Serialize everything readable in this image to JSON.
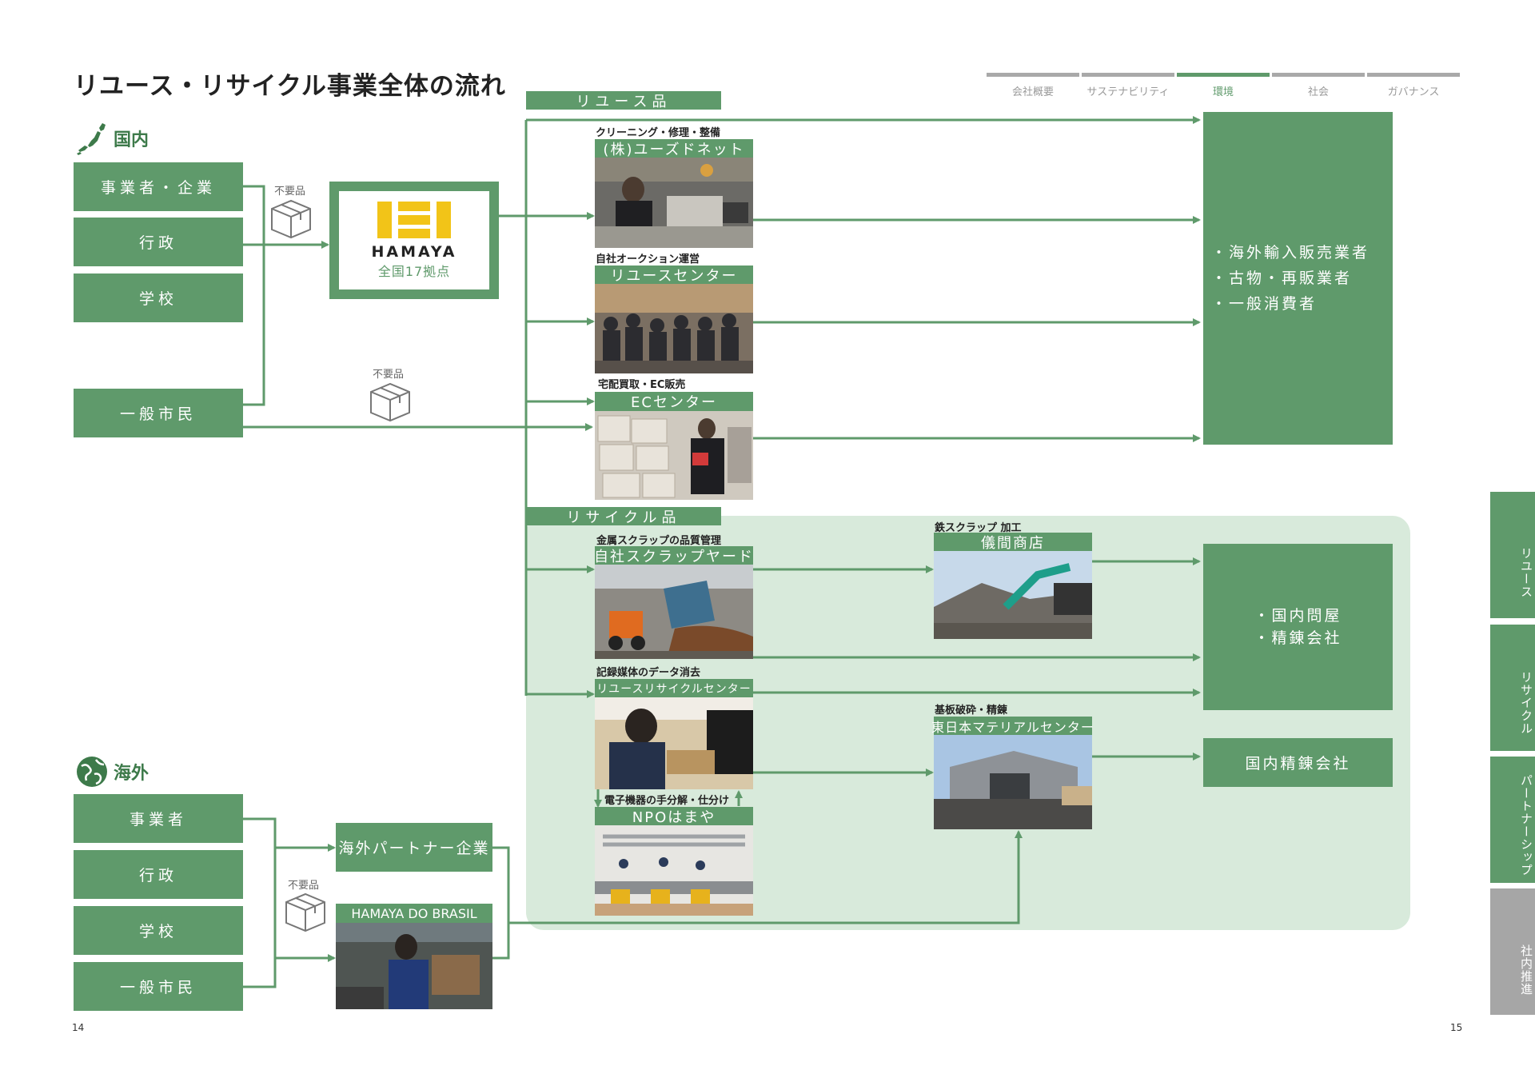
{
  "title": "リユース・リサイクル事業全体の流れ",
  "nav": [
    {
      "label": "会社概要",
      "active": false
    },
    {
      "label": "サステナビリティ",
      "active": false
    },
    {
      "label": "環境",
      "active": true
    },
    {
      "label": "社会",
      "active": false
    },
    {
      "label": "ガバナンス",
      "active": false
    }
  ],
  "domestic": {
    "label": "国内",
    "sources": [
      "事業者・企業",
      "行政",
      "学校",
      "一般市民"
    ],
    "unneeded_label_1": "不要品",
    "unneeded_label_2": "不要品",
    "hamaya_logo": "HAMAYA",
    "hamaya_sub": "全国17拠点"
  },
  "reuse": {
    "section_label": "リユース品",
    "facilities": [
      {
        "caption": "クリーニング・修理・整備",
        "name": "(株)ユーズドネット"
      },
      {
        "caption": "自社オークション運営",
        "name": "リユースセンター"
      },
      {
        "caption": "宅配買取・EC販売",
        "name": "ECセンター"
      }
    ],
    "destinations": [
      "海外輸入販売業者",
      "古物・再販業者",
      "一般消費者"
    ]
  },
  "recycle": {
    "section_label": "リサイクル品",
    "facilities": [
      {
        "caption": "金属スクラップの品質管理",
        "name": "自社スクラップヤード"
      },
      {
        "caption": "記録媒体のデータ消去",
        "name": "リユースリサイクルセンター"
      },
      {
        "caption": "電子機器の手分解・仕分け",
        "name": "NPOはまや"
      },
      {
        "caption": "鉄スクラップ 加工",
        "name": "儀間商店"
      },
      {
        "caption": "基板破砕・精錬",
        "name": "東日本マテリアルセンター"
      }
    ],
    "destinations": [
      "国内問屋",
      "精錬会社"
    ],
    "refinery": "国内精錬会社"
  },
  "overseas": {
    "label": "海外",
    "sources": [
      "事業者",
      "行政",
      "学校",
      "一般市民"
    ],
    "unneeded_label": "不要品",
    "partner": "海外パートナー企業",
    "brasil": "HAMAYA DO BRASIL"
  },
  "side_tabs": [
    "リユース",
    "リサイクル",
    "パートナーシップ",
    "社内推進"
  ],
  "page_left": "14",
  "page_right": "15",
  "colors": {
    "green": "#5f9a6b",
    "light_green": "#d8eadb",
    "gray_tab": "#a6a6a6"
  }
}
